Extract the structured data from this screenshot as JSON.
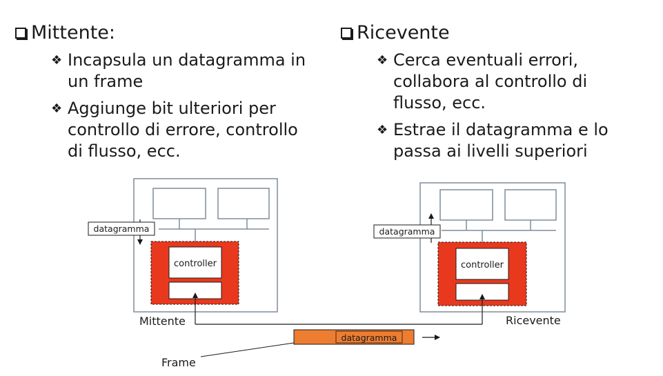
{
  "sender": {
    "heading": "Mittente:",
    "items": [
      "Incapsula un datagramma in un frame",
      "Aggiunge bit ulteriori per controllo di errore, controllo di flusso, ecc."
    ],
    "item_lines": [
      [
        "Incapsula un datagramma in",
        "un frame"
      ],
      [
        "Aggiunge bit ulteriori per",
        "controllo di errore, controllo",
        "di flusso, ecc."
      ]
    ]
  },
  "receiver": {
    "heading": "Ricevente",
    "items": [
      "Cerca eventuali errori, collabora al controllo di flusso, ecc.",
      "Estrae il datagramma e lo passa ai livelli superiori"
    ],
    "item_lines": [
      [
        "Cerca eventuali errori,",
        "collabora al controllo di",
        "flusso, ecc."
      ],
      [
        "Estrae il datagramma e lo",
        "passa ai livelli superiori"
      ]
    ]
  },
  "diagram": {
    "sender_label": "Mittente",
    "receiver_label": "Ricevente",
    "datagram_label": "datagramma",
    "controller_label": "controller",
    "frame_label": "Frame",
    "frame_datagram_label": "datagramma",
    "colors": {
      "adapter_red": "#e8391f",
      "frame_orange": "#ed7d31",
      "host_border": "#7f8c99"
    }
  }
}
